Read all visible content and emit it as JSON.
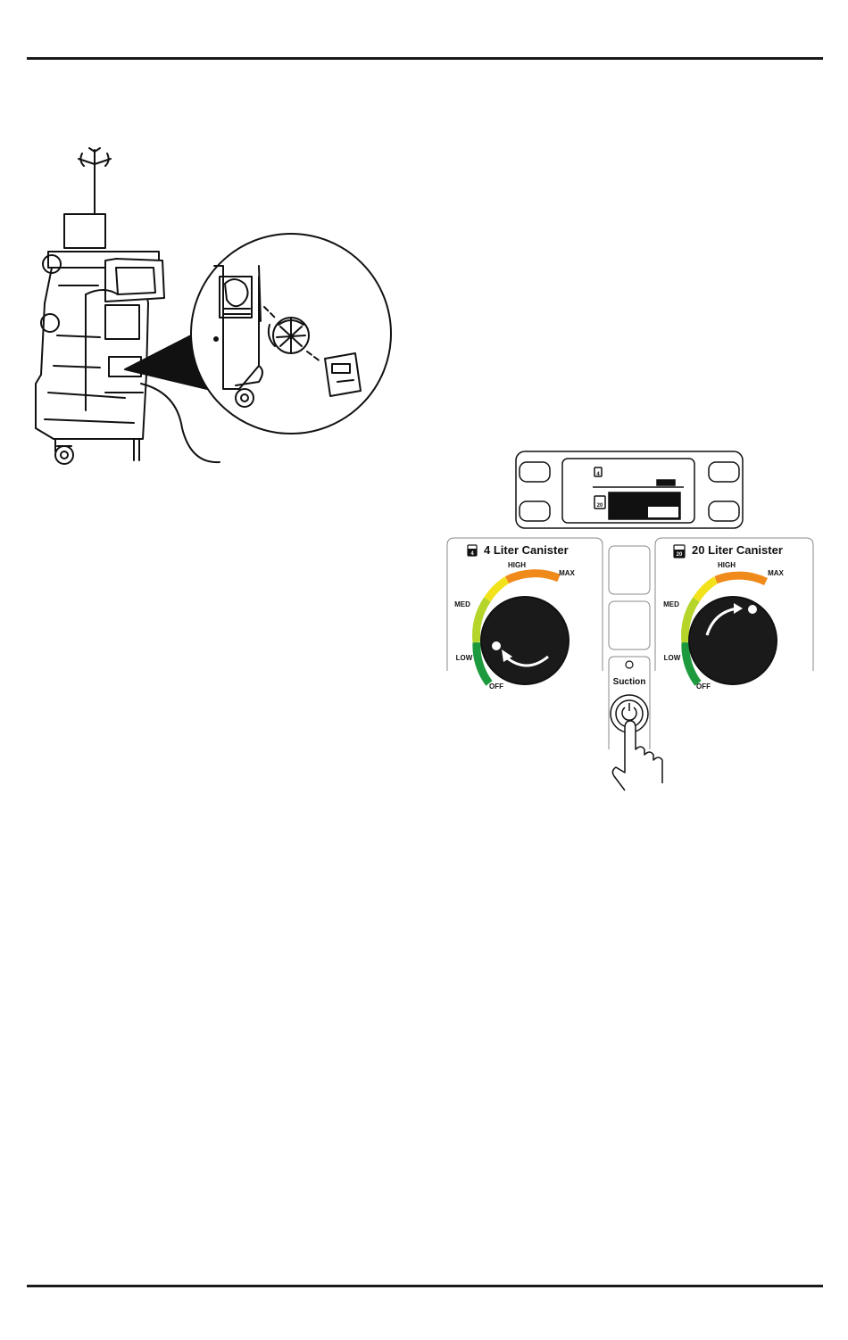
{
  "left_panel": {
    "title": "4 Liter Canister",
    "icon_number": "4",
    "labels": {
      "off": "OFF",
      "low": "LOW",
      "med": "MED",
      "high": "HIGH",
      "max": "MAX"
    }
  },
  "right_panel": {
    "title": "20 Liter Canister",
    "icon_number": "20",
    "labels": {
      "off": "OFF",
      "low": "LOW",
      "med": "MED",
      "high": "HIGH",
      "max": "MAX"
    }
  },
  "center": {
    "suction_label": "Suction"
  },
  "display": {
    "canister_small_icon": "4",
    "canister_large_icon": "20"
  },
  "icons": [
    "iv-pole-icon",
    "suction-cart-icon",
    "filter-icon",
    "filter-cover-icon",
    "finger-press-icon",
    "power-icon"
  ],
  "colors": {
    "green": "#1e9a3e",
    "yellow": "#f2e21b",
    "orange": "#f08a1b",
    "knob": "#1a1a1a"
  }
}
